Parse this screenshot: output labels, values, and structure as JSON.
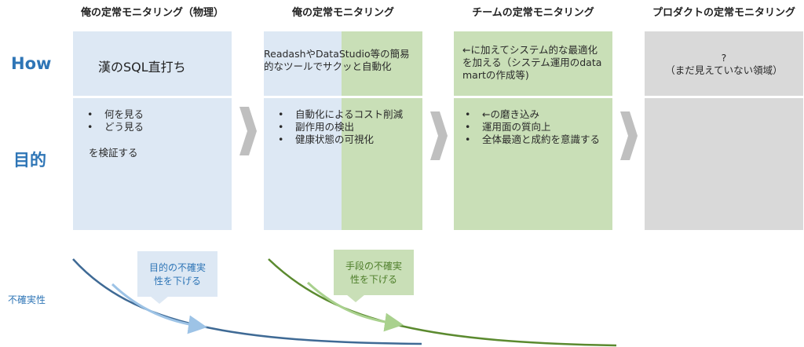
{
  "columns": [
    {
      "title": "俺の定常モニタリング（物理）"
    },
    {
      "title": "俺の定常モニタリング"
    },
    {
      "title": "チームの定常モニタリング"
    },
    {
      "title": "プロダクトの定常モニタリング"
    }
  ],
  "rows": {
    "how": "How",
    "purpose": "目的",
    "uncertainty": "不確実性"
  },
  "how": {
    "col1": "漢のSQL直打ち",
    "col2": "ReadashやDataStudio等の簡易的なツールでサクッと自動化",
    "col3": "←に加えてシステム的な最適化を加える（システム運用のdata martの作成等)",
    "col4_q": "?",
    "col4_note": "（まだ見えていない領域）"
  },
  "purpose": {
    "col1_items": [
      "何を見る",
      "どう見る"
    ],
    "col1_tail": "を検証する",
    "col2_items": [
      "自動化によるコスト削減",
      "副作用の検出",
      "健康状態の可視化"
    ],
    "col3_items": [
      "←の磨き込み",
      "運用面の質向上",
      "全体最適と成約を意識する"
    ]
  },
  "callouts": {
    "blue": "目的の不確実性を下げる",
    "green": "手段の不確実性を下げる"
  },
  "colors": {
    "blue_panel": "#dde8f4",
    "green_panel": "#c9dfb7",
    "gray_panel": "#d9d9d9",
    "blue_curve": "#3f6a95",
    "green_curve": "#5b8a2f",
    "accent": "#2e75b6"
  }
}
